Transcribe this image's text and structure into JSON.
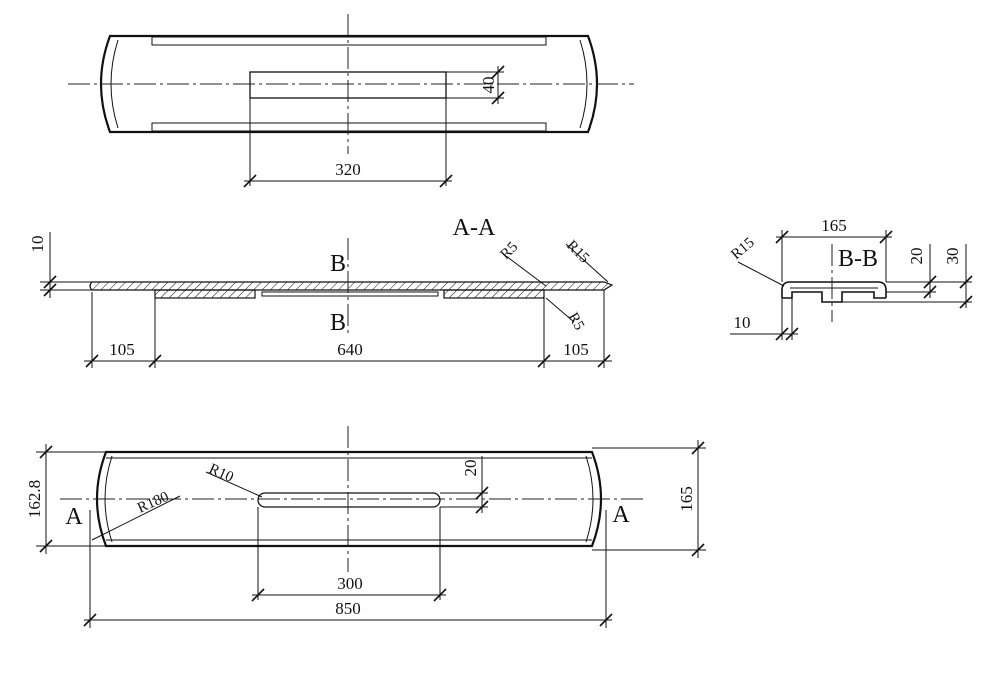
{
  "views": {
    "top": {
      "dim_slot_length": "320",
      "dim_slot_width": "40"
    },
    "section_aa": {
      "title": "A-A",
      "cut_label_top": "B",
      "cut_label_bottom": "B",
      "dim_thickness": "10",
      "dim_left": "105",
      "dim_middle": "640",
      "dim_right": "105",
      "radius_1": "R5",
      "radius_2": "R15",
      "radius_3": "R5"
    },
    "section_bb": {
      "title": "B-B",
      "dim_width": "165",
      "radius": "R15",
      "dim_height_1": "20",
      "dim_height_2": "30",
      "dim_thickness": "10"
    },
    "bottom": {
      "cut_label_left": "A",
      "cut_label_right": "A",
      "dim_end_width": "162.8",
      "dim_width": "165",
      "dim_slot_width": "20",
      "radius_end": "R180",
      "radius_slot": "R10",
      "dim_slot_length": "300",
      "dim_total_length": "850"
    }
  }
}
